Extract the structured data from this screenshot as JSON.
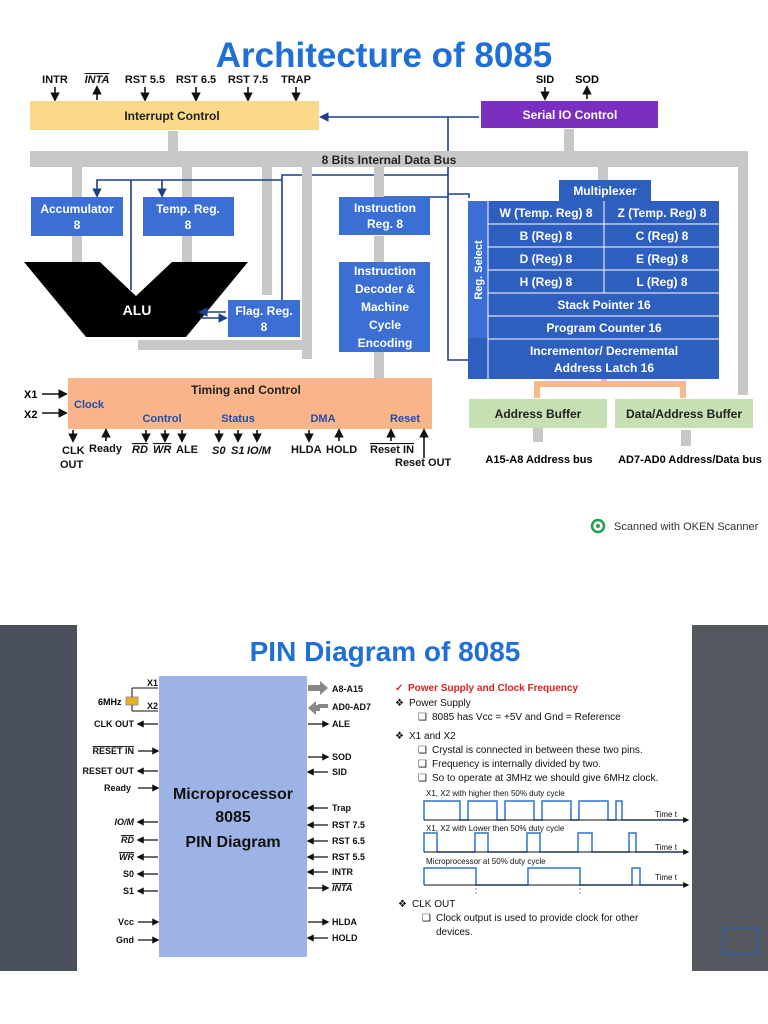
{
  "arch": {
    "title": "Architecture of 8085",
    "top_signals_left": [
      "INTR",
      "INTA",
      "RST 5.5",
      "RST 6.5",
      "RST 7.5",
      "TRAP"
    ],
    "top_signals_right": [
      "SID",
      "SOD"
    ],
    "interrupt_control": "Interrupt Control",
    "serial_io_control": "Serial IO Control",
    "data_bus": "8 Bits Internal Data Bus",
    "accumulator": [
      "Accumulator",
      "8"
    ],
    "temp_reg": [
      "Temp. Reg.",
      "8"
    ],
    "instruction_reg": [
      "Instruction",
      "Reg. 8"
    ],
    "instruction_decoder": [
      "Instruction",
      "Decoder &",
      "Machine",
      "Cycle",
      "Encoding"
    ],
    "alu": "ALU",
    "flag_reg": [
      "Flag. Reg.",
      "8"
    ],
    "multiplexer": "Multiplexer",
    "reg_select": "Reg. Select",
    "registers": [
      [
        "W (Temp. Reg) 8",
        "Z (Temp. Reg) 8"
      ],
      [
        "B (Reg) 8",
        "C (Reg) 8"
      ],
      [
        "D (Reg) 8",
        "E (Reg) 8"
      ],
      [
        "H (Reg) 8",
        "L (Reg) 8"
      ]
    ],
    "stack_pointer": "Stack Pointer 16",
    "program_counter": "Program Counter 16",
    "incrementor": [
      "Incrementor/ Decremental",
      "Address Latch 16"
    ],
    "timing_control": "Timing and Control",
    "clock": "Clock",
    "control": "Control",
    "status": "Status",
    "dma": "DMA",
    "reset": "Reset",
    "x1": "X1",
    "x2": "X2",
    "bottom_signals": [
      "CLK",
      "OUT",
      "Ready",
      "RD",
      "WR",
      "ALE",
      "S0",
      "S1",
      "IO/M",
      "HLDA",
      "HOLD",
      "Reset IN",
      "Reset OUT"
    ],
    "address_buffer": "Address Buffer",
    "data_address_buffer": "Data/Address Buffer",
    "address_bus": "A15-A8 Address bus",
    "data_bus_out": "AD7-AD0 Address/Data bus"
  },
  "scanner": "Scanned with OKEN Scanner",
  "pin": {
    "title": "PIN Diagram of 8085",
    "chip": [
      "Microprocessor",
      "8085",
      "PIN Diagram"
    ],
    "crystal": "6MHz",
    "left_pins": [
      "X1",
      "X2",
      "CLK OUT",
      "RESET IN",
      "RESET OUT",
      "Ready",
      "IO/M",
      "RD",
      "WR",
      "S0",
      "S1",
      "Vcc",
      "Gnd"
    ],
    "right_pins": [
      "A8-A15",
      "AD0-AD7",
      "ALE",
      "SOD",
      "SID",
      "Trap",
      "RST 7.5",
      "RST 6.5",
      "RST 5.5",
      "INTR",
      "INTA",
      "HLDA",
      "HOLD"
    ],
    "notes": {
      "heading": "Power Supply and Clock Frequency",
      "power_supply": "Power Supply",
      "power_item": "8085 has Vcc = +5V and Gnd = Reference",
      "x1x2": "X1 and X2",
      "x1x2_items": [
        "Crystal is connected in between these two pins.",
        "Frequency is internally divided by two.",
        "So to operate at 3MHz we should give 6MHz clock."
      ],
      "wave1": "X1, X2 with higher then 50% duty cycle",
      "wave2": "X1, X2 with Lower then 50% duty cycle",
      "wave3": "Microprocessor at 50% duty cycle",
      "time_label": "Time t",
      "clk_out": "CLK OUT",
      "clk_out_item": [
        "Clock output is used to provide clock for other",
        "devices."
      ]
    }
  },
  "colors": {
    "title_blue": "#1f6fd6",
    "interrupt_fill": "#fbd98a",
    "serial_fill": "#7a2fbf",
    "bus_gray": "#c8c8c8",
    "box_blue": "#3b6fd4",
    "dark_blue": "#2457b3",
    "reg_blue": "#2e5fbf",
    "timing_fill": "#f9b48a",
    "buffer_green": "#c6e0b4",
    "chip_fill": "#9db3e6",
    "red": "#e02020",
    "wave_blue": "#2f74d0"
  }
}
